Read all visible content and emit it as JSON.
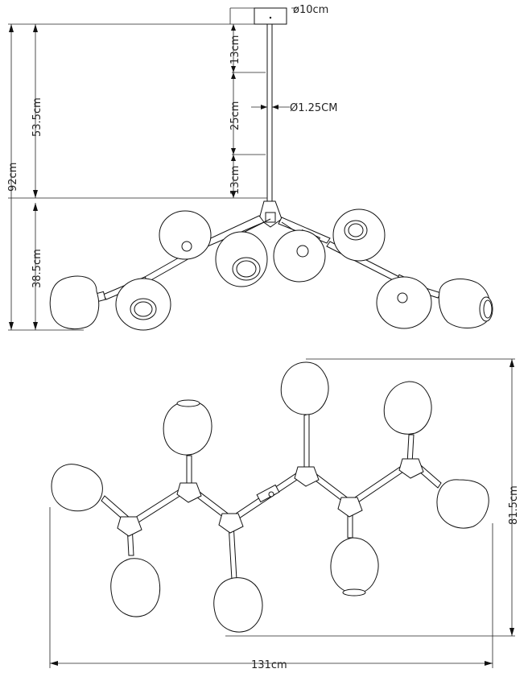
{
  "dimensions": {
    "canopy_diameter": "ø10cm",
    "rod_top": "13cm",
    "rod_middle": "25cm",
    "rod_bottom": "13cm",
    "rod_diameter": "Ø1.25CM",
    "overall_height": "92cm",
    "rod_total": "53.5cm",
    "body_height": "38.5cm",
    "plan_width": "131cm",
    "plan_depth": "81.5cm"
  },
  "colors": {
    "line": "#111111",
    "background": "#ffffff"
  }
}
